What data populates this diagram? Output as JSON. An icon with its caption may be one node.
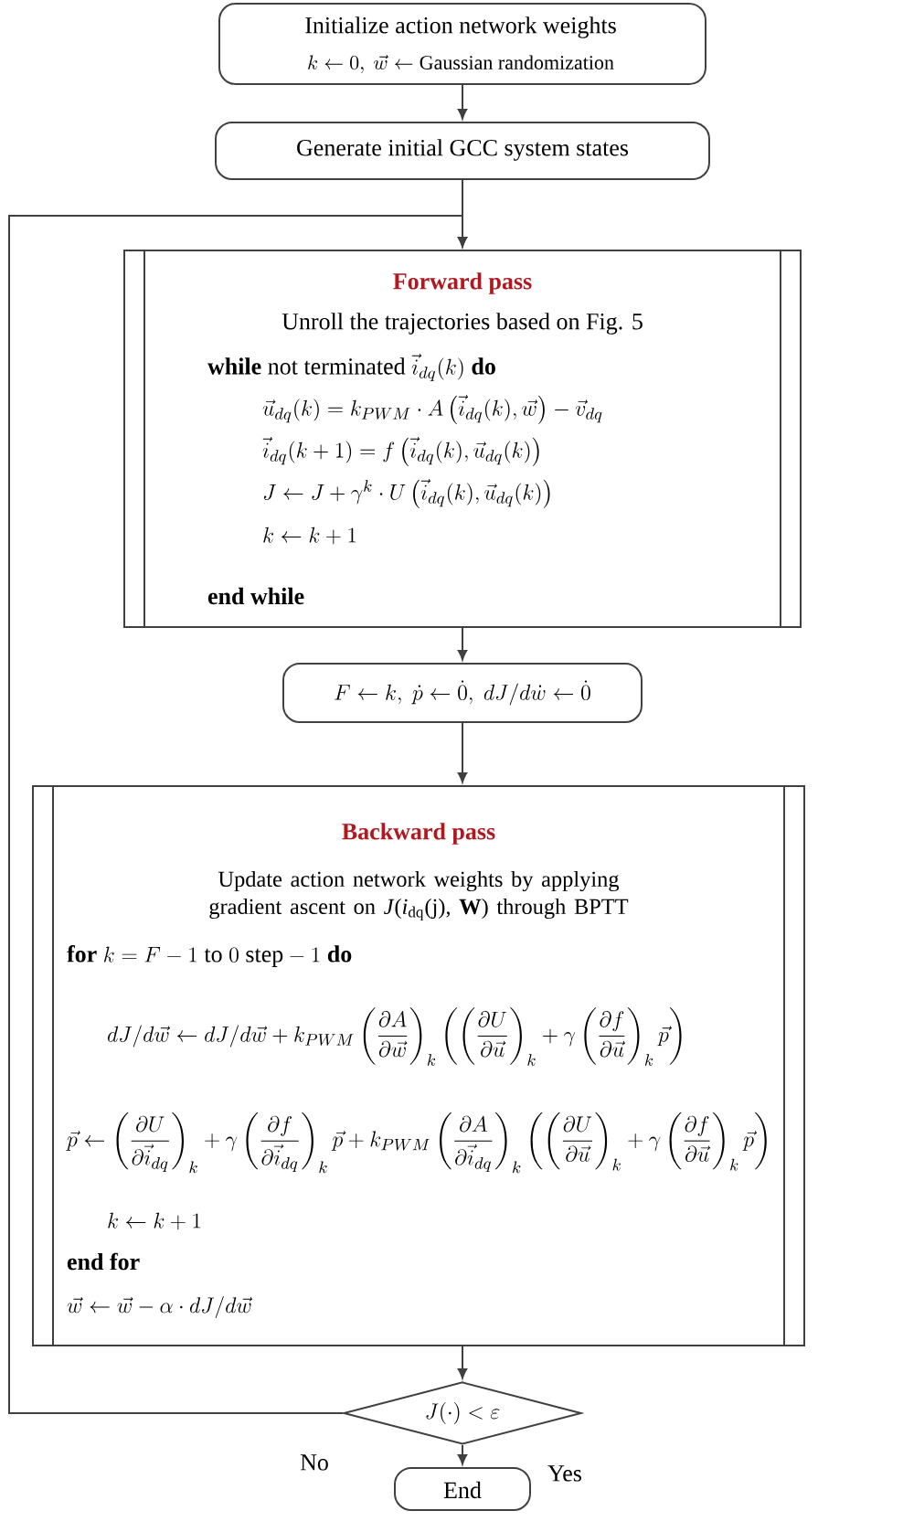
{
  "diagram": {
    "nodes": [
      {
        "text": [
          "Initialize action network weights",
          "k \\leftarrow 0,\\ \\vec{w} \\leftarrow \\text{Gaussian randomization}"
        ]
      },
      {
        "text": [
          "Generate initial GCC system states"
        ]
      },
      {
        "text": [
          "Forward pass",
          "Unroll the trajectories based on Fig. 5",
          "\\textbf{while}\\ \\text{not terminated}\\ \\vec{i}_{dq}(k)\\ \\textbf{do}",
          "\\vec{u}_{dq}(k) = k_{PWM}\\cdot A\\left(\\vec{i}_{dq}(k),\\vec{w}\\right) - \\vec{v}_{dq}",
          "\\vec{i}_{dq}(k+1) = f\\left(\\vec{i}_{dq}(k),\\vec{u}_{dq}(k)\\right)",
          "J \\leftarrow J + \\gamma^{k}\\cdot U\\left(\\vec{i}_{dq}(k),\\vec{u}_{dq}(k)\\right)",
          "k \\leftarrow k+1",
          "end while"
        ]
      },
      {
        "text": [
          "F \\leftarrow k,\\ \\dot{p} \\leftarrow \\dot{0},\\ dJ/d\\dot{w} \\leftarrow \\dot{0}"
        ]
      },
      {
        "text": [
          "Backward pass",
          "Update action network weights by applying gradient ascent on *J*(*i*$_{dq}$(j), **W**) through BPTT",
          "\\textbf{for}\\ k = F-1\\ \\text{to}\\ 0\\ \\text{step} -1\\ \\textbf{do}",
          "dJ/d\\vec{w} \\leftarrow dJ/d\\vec{w} + k_{PWM}\\left(\\frac{\\partial A}{\\partial\\vec{w}}\\right)_{k}\\left(\\left(\\frac{\\partial U}{\\partial\\vec{u}}\\right)_{k} + \\gamma\\left(\\frac{\\partial f}{\\partial\\vec{u}}\\right)_{k}\\vec{p}\\right)",
          "\\vec{p} \\leftarrow \\left(\\frac{\\partial U}{\\partial\\vec{i}_{dq}}\\right)_{k} + \\gamma\\left(\\frac{\\partial f}{\\partial\\vec{i}_{dq}}\\right)_{k}\\vec{p} + k_{PWM}\\left(\\frac{\\partial A}{\\partial\\vec{i}_{dq}}\\right)_{k}\\left(\\left(\\frac{\\partial U}{\\partial\\vec{u}}\\right)_{k} + \\gamma\\left(\\frac{\\partial f}{\\partial\\vec{u}}\\right)_{k}\\vec{p}\\right)",
          "k \\leftarrow k+1",
          "end for",
          "\\vec{w} \\leftarrow \\vec{w} - \\alpha\\cdot dJ/d\\vec{w}"
        ]
      },
      {
        "text": [
          "J(\\cdot) < \\varepsilon"
        ]
      },
      {
        "text": [
          "End"
        ]
      }
    ],
    "edges": [
      {
        "from": 0,
        "to": 1,
        "arrow": "to"
      },
      {
        "from": 1,
        "to": 2,
        "arrow": "to"
      },
      {
        "from": 2,
        "to": 3,
        "arrow": "to"
      },
      {
        "from": 3,
        "to": 4,
        "arrow": "to"
      },
      {
        "from": 4,
        "to": 5,
        "arrow": "to"
      },
      {
        "from": 5,
        "to": 6,
        "arrow": "to",
        "label": "Yes"
      },
      {
        "from": 5,
        "to": 2,
        "arrow": "to",
        "label": "No"
      }
    ]
  }
}
